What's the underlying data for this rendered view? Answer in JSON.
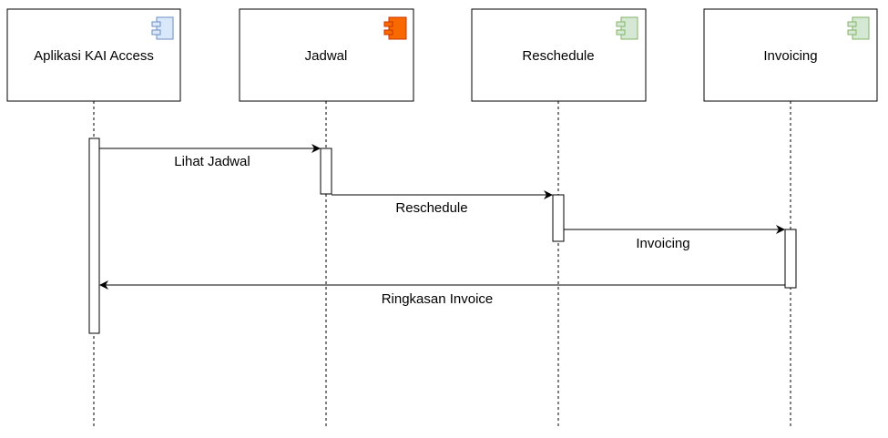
{
  "participants": [
    {
      "id": "app",
      "label": "Aplikasi KAI Access",
      "icon": "component-icon",
      "icon_fill": "#dae8fc",
      "icon_stroke": "#6c8ebf"
    },
    {
      "id": "jadwal",
      "label": "Jadwal",
      "icon": "component-icon",
      "icon_fill": "#fa6800",
      "icon_stroke": "#c73500"
    },
    {
      "id": "reschedule",
      "label": "Reschedule",
      "icon": "component-icon",
      "icon_fill": "#d5e8d4",
      "icon_stroke": "#82b366"
    },
    {
      "id": "invoicing",
      "label": "Invoicing",
      "icon": "component-icon",
      "icon_fill": "#d5e8d4",
      "icon_stroke": "#82b366"
    }
  ],
  "messages": [
    {
      "from": "app",
      "to": "jadwal",
      "label": "Lihat Jadwal"
    },
    {
      "from": "jadwal",
      "to": "reschedule",
      "label": "Reschedule"
    },
    {
      "from": "reschedule",
      "to": "invoicing",
      "label": "Invoicing"
    },
    {
      "from": "invoicing",
      "to": "app",
      "label": "Ringkasan Invoice"
    }
  ]
}
